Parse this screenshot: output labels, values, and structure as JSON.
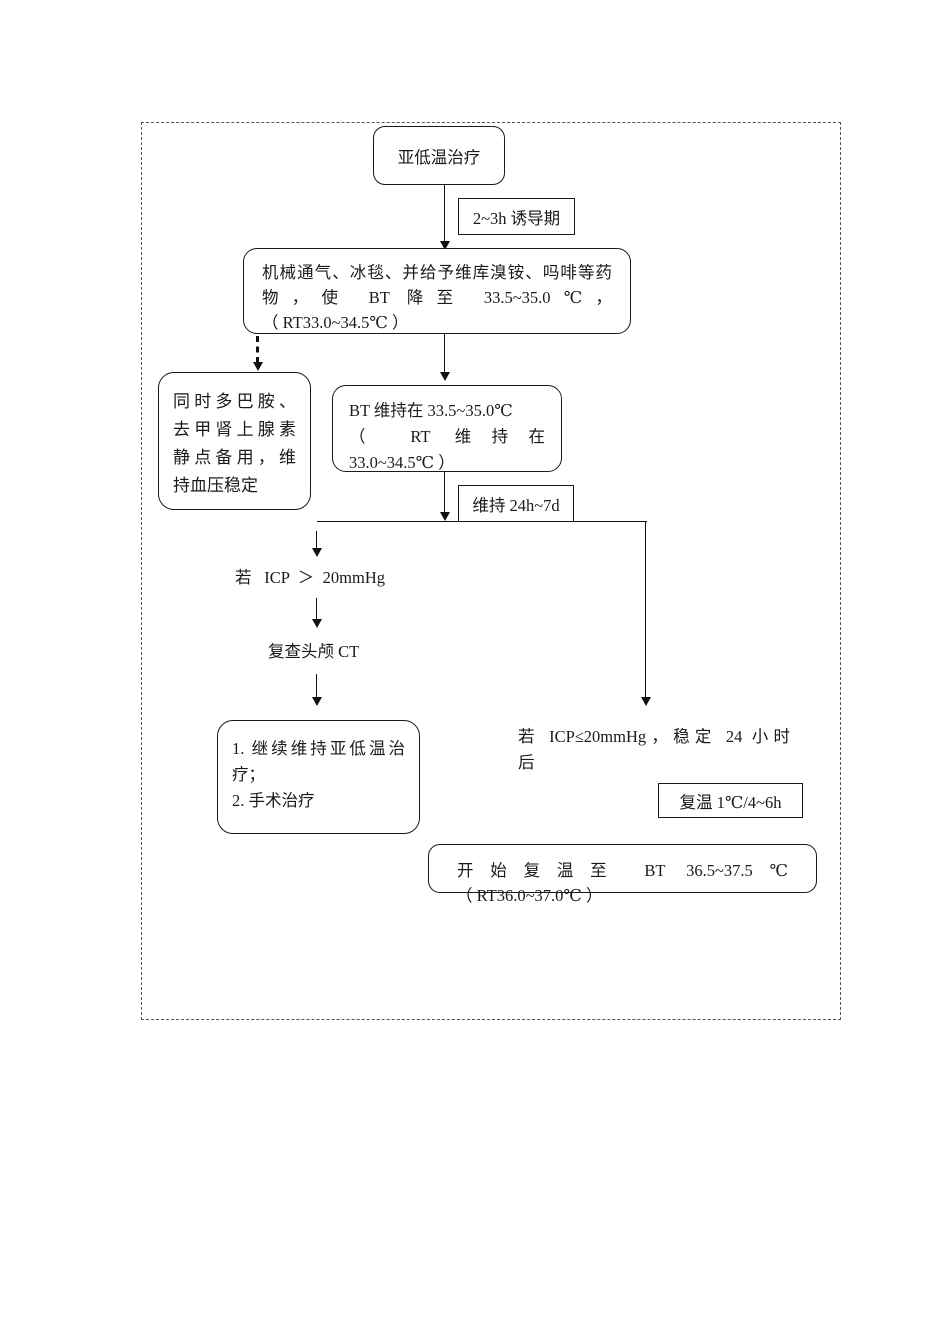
{
  "meta": {
    "background": "#ffffff",
    "line_color": "#1a1a1a",
    "border_style": "dashed"
  },
  "nodes": {
    "start": {
      "label": "亚低温治疗"
    },
    "induction": {
      "label": "2~3h 诱导期"
    },
    "cooling": {
      "lines": [
        "机械通气、冰毯、并给予维库溴铵、吗啡等药",
        "物，使 BT 降至 33.5~35.0℃，",
        "（ RT33.0~34.5℃ ）"
      ]
    },
    "vasopressor": {
      "lines": [
        "同时多巴胺、",
        "去甲肾上腺素",
        "静点备用，维",
        "持血压稳定"
      ]
    },
    "maintain": {
      "lines": [
        "BT 维持在 33.5~35.0℃",
        "（ RT 维持在",
        "33.0~34.5℃ ）"
      ]
    },
    "duration": {
      "label": "维持 24h~7d"
    },
    "icp_high": {
      "label": "若 ICP ＞ 20mmHg"
    },
    "ct": {
      "label": "复查头颅 CT"
    },
    "continue_treatment": {
      "lines": [
        "1. 继续维持亚低温治",
        "疗；",
        "2. 手术治疗"
      ]
    },
    "icp_low": {
      "lines": [
        "若 ICP≤20mmHg，稳定 24 小时",
        "后"
      ]
    },
    "rewarm_rate": {
      "label": "复温 1℃/4~6h"
    },
    "rewarm": {
      "lines": [
        "开始复温至 BT 36.5~37.5℃",
        "（ RT36.0~37.0℃ ）"
      ]
    }
  }
}
